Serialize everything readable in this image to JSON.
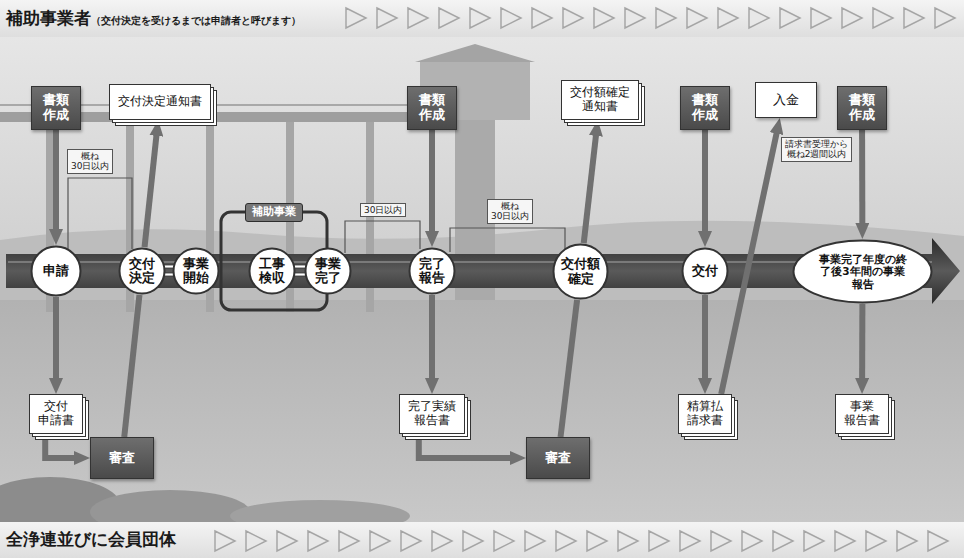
{
  "diagram": {
    "nodes": [
      {
        "text": [
          "補助事業者",
          "（交付決定を受けるまでは申請者と呼びます）"
        ]
      },
      {
        "text": [
          "書類 作成"
        ]
      },
      {
        "text": [
          "交付決定通知書"
        ]
      },
      {
        "text": [
          "書類 作成"
        ]
      },
      {
        "text": [
          "交付額確定 通知書"
        ]
      },
      {
        "text": [
          "書類 作成"
        ]
      },
      {
        "text": [
          "入金"
        ]
      },
      {
        "text": [
          "書類 作成"
        ]
      },
      {
        "text": [
          "申請"
        ]
      },
      {
        "text": [
          "交付 決定"
        ]
      },
      {
        "text": [
          "事業 開始"
        ]
      },
      {
        "text": [
          "補助事業"
        ]
      },
      {
        "text": [
          "工事 検収"
        ]
      },
      {
        "text": [
          "事業 完了"
        ]
      },
      {
        "text": [
          "完了 報告"
        ]
      },
      {
        "text": [
          "交付額 確定"
        ]
      },
      {
        "text": [
          "交付"
        ]
      },
      {
        "text": [
          "事業完了年度の終 了後3年間の事業 報告"
        ]
      },
      {
        "text": [
          "交付 申請書"
        ]
      },
      {
        "text": [
          "審査"
        ]
      },
      {
        "text": [
          "完了実績 報告書"
        ]
      },
      {
        "text": [
          "審査"
        ]
      },
      {
        "text": [
          "精算払 請求書"
        ]
      },
      {
        "text": [
          "事業 報告書"
        ]
      },
      {
        "text": [
          "全浄連並びに会員団体"
        ]
      }
    ],
    "edges": [
      {
        "from": 1,
        "to": 8,
        "arrow": "to"
      },
      {
        "from": 8,
        "to": 18,
        "arrow": "to"
      },
      {
        "from": 18,
        "to": 19,
        "arrow": "to"
      },
      {
        "from": 19,
        "to": 9,
        "arrow": "none"
      },
      {
        "from": 9,
        "to": 2,
        "arrow": "to"
      },
      {
        "from": 3,
        "to": 14,
        "arrow": "to"
      },
      {
        "from": 14,
        "to": 20,
        "arrow": "to"
      },
      {
        "from": 20,
        "to": 21,
        "arrow": "to"
      },
      {
        "from": 21,
        "to": 15,
        "arrow": "none"
      },
      {
        "from": 15,
        "to": 4,
        "arrow": "to"
      },
      {
        "from": 5,
        "to": 16,
        "arrow": "to"
      },
      {
        "from": 16,
        "to": 22,
        "arrow": "to"
      },
      {
        "from": 22,
        "to": 6,
        "arrow": "to"
      },
      {
        "from": 7,
        "to": 17,
        "arrow": "to"
      },
      {
        "from": 17,
        "to": 23,
        "arrow": "to"
      }
    ],
    "labels": [
      "概ね 30日以内",
      "30日以内",
      "概ね 30日以内",
      "請求書受理から 概ね2週間以内"
    ]
  }
}
